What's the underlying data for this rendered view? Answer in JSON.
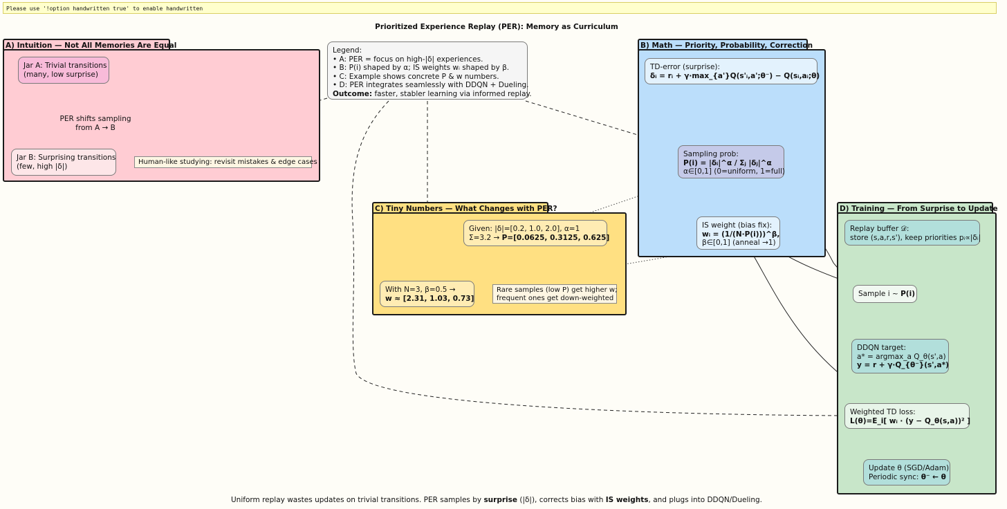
{
  "banner": "Please use '!option handwritten true' to enable handwritten",
  "title": "Prioritized Experience Replay (PER): Memory as Curriculum",
  "footer": {
    "pre": "Uniform replay wastes updates on trivial transitions. PER samples by ",
    "b1": "surprise",
    "mid": " (|δ|), corrects bias with ",
    "b2": "IS weights",
    "post": ", and plugs into DDQN/Dueling."
  },
  "legend": {
    "heading": "Legend:",
    "lines": [
      "• A: PER = focus on high-|δ| experiences.",
      "• B: P(i) shaped by α; IS weights wᵢ shaped by β.",
      "• C: Example shows concrete P & w numbers.",
      "• D: PER integrates seamlessly with DDQN + Dueling."
    ],
    "outcome_label": "Outcome:",
    "outcome_text": " faster, stabler learning via informed replay."
  },
  "packages": {
    "a": {
      "title": "A) Intuition — Not All Memories Are Equal",
      "jar_a": [
        "Jar A: Trivial transitions",
        "(many, low surprise)"
      ],
      "edge_label": [
        "PER shifts sampling",
        "from A → B"
      ],
      "jar_b": [
        "Jar B: Surprising transitions",
        "(few, high |δ|)"
      ],
      "note": "Human-like studying: revisit mistakes & edge cases",
      "color": "#ffccd3"
    },
    "b": {
      "title": "B) Math — Priority, Probability, Correction",
      "td": {
        "line1": "TD-error (surprise):",
        "line2": "δᵢ = rᵢ + γ·max_{a'}Q(s'ᵢ,a';θ⁻) − Q(sᵢ,aᵢ;θ)"
      },
      "prob": {
        "line1": "Sampling prob:",
        "line2": "P(i) = |δᵢ|^α / Σⱼ |δⱼ|^α",
        "line3": "α∈[0,1] (0=uniform, 1=full)"
      },
      "is": {
        "line1": "IS weight (bias fix):",
        "line2": "wᵢ = (1/(N·P(i)))^β,",
        "line3": "β∈[0,1] (anneal →1)"
      },
      "color": "#bbdefb"
    },
    "c": {
      "title": "C) Tiny Numbers — What Changes with PER?",
      "given": {
        "line1": "Given: |δ|=[0.2, 1.0, 2.0], α=1",
        "line2_pre": "Σ=3.2 → ",
        "line2_bold": "P=[0.0625, 0.3125, 0.625]"
      },
      "with_n": {
        "line1": "With N=3, β=0.5 →",
        "line2": "w ≈ [2.31, 1.03, 0.73]"
      },
      "note": [
        "Rare samples (low P) get higher w;",
        "frequent ones get down-weighted"
      ],
      "color": "#ffe082"
    },
    "d": {
      "title": "D) Training — From Surprise to Update",
      "buffer": {
        "line1": "Replay buffer 𝒟:",
        "line2": "store (s,a,r,s'), keep priorities pᵢ∝|δᵢ|"
      },
      "sample": {
        "pre": "Sample i ~ ",
        "bold": "P(i)"
      },
      "ddqn": {
        "line1": "DDQN target:",
        "line2": "a* = argmax_a Q_θ(s',a)",
        "line3": "y = r + γ·Q_{θ⁻}(s',a*)"
      },
      "loss": {
        "line1": "Weighted TD loss:",
        "line2": "L(θ)=E_i[ wᵢ · (y − Q_θ(s,a))² ]"
      },
      "update": {
        "line1": "Update θ (SGD/Adam)",
        "line2_pre": "Periodic sync: ",
        "line2_bold": "θ⁻ ← θ"
      },
      "color": "#c8e6c9"
    }
  }
}
